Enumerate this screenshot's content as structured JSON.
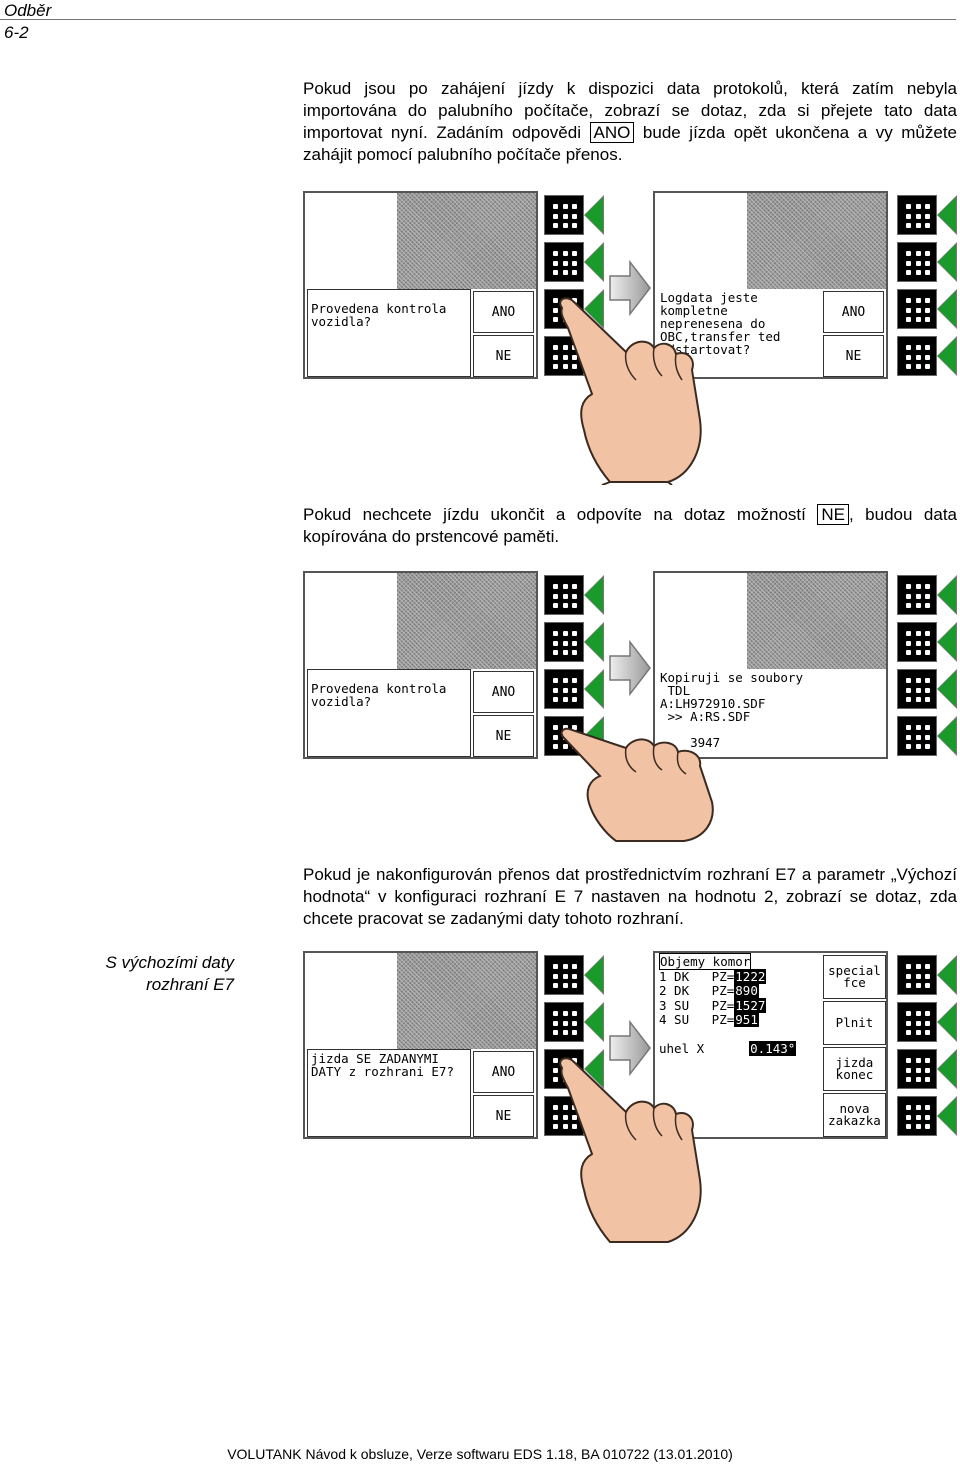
{
  "header": {
    "section": "Odběr",
    "page_number": "6-2"
  },
  "para1": {
    "a": "Pokud jsou po zahájení jízdy k dispozici data protokolů, která zatím nebyla importována do palubního počítače, zobrazí se dotaz, zda si přejete tato data importovat nyní. Zadáním odpovědi ",
    "key": "ANO",
    "b": " bude jízda opět ukončena a vy můžete zahájit pomocí palubního počítače přenos."
  },
  "para2": {
    "a": "Pokud nechcete jízdu ukončit a odpovíte na dotaz možností ",
    "key": "NE",
    "b": ", budou data kopírována do prstencové paměti."
  },
  "para3": "Pokud je nakonfigurován přenos dat prostřednictvím rozhraní E7 a parametr „Výchozí hodnota“ v konfiguraci rozhraní E 7 nastaven na hodnotu 2, zobrazí se dotaz, zda chcete pracovat se zadanými daty tohoto rozhraní.",
  "sidenote": "S výchozími daty rozhraní E7",
  "fig1": {
    "left_msg": "Provedena kontrola\nvozidla?",
    "yes": "ANO",
    "no": "NE",
    "right_msg": "Logdata jeste\nkompletne\nneprenesena do\nOBC,transfer ted\nodstartovat?",
    "right_yes": "ANO",
    "right_no": "NE"
  },
  "fig2": {
    "left_msg": "Provedena kontrola\nvozidla?",
    "yes": "ANO",
    "no": "NE",
    "right_msg": "Kopiruji se soubory\n TDL\nA:LH972910.SDF\n >> A:RS.SDF\n\n    3947"
  },
  "fig3": {
    "left_msg": "jizda SE ZADANYMI\nDATY z rozhrani E7?",
    "yes": "ANO",
    "no": "NE",
    "title": "Objemy komor",
    "rows": [
      {
        "label": "1 DK   PZ=",
        "value": "1222"
      },
      {
        "label": "2 DK   PZ=",
        "value": "890"
      },
      {
        "label": "3 SU   PZ=",
        "value": "1527"
      },
      {
        "label": "4 SU   PZ=",
        "value": "951"
      }
    ],
    "angle_label": "uhel X",
    "angle_value": "0.143°",
    "buttons": [
      "special\nfce",
      "Plnit",
      "jizda\nkonec",
      "nova\nzakazka"
    ]
  },
  "footer": "VOLUTANK Návod k obsluze, Verze softwaru EDS 1.18, BA 010722 (13.01.2010)"
}
